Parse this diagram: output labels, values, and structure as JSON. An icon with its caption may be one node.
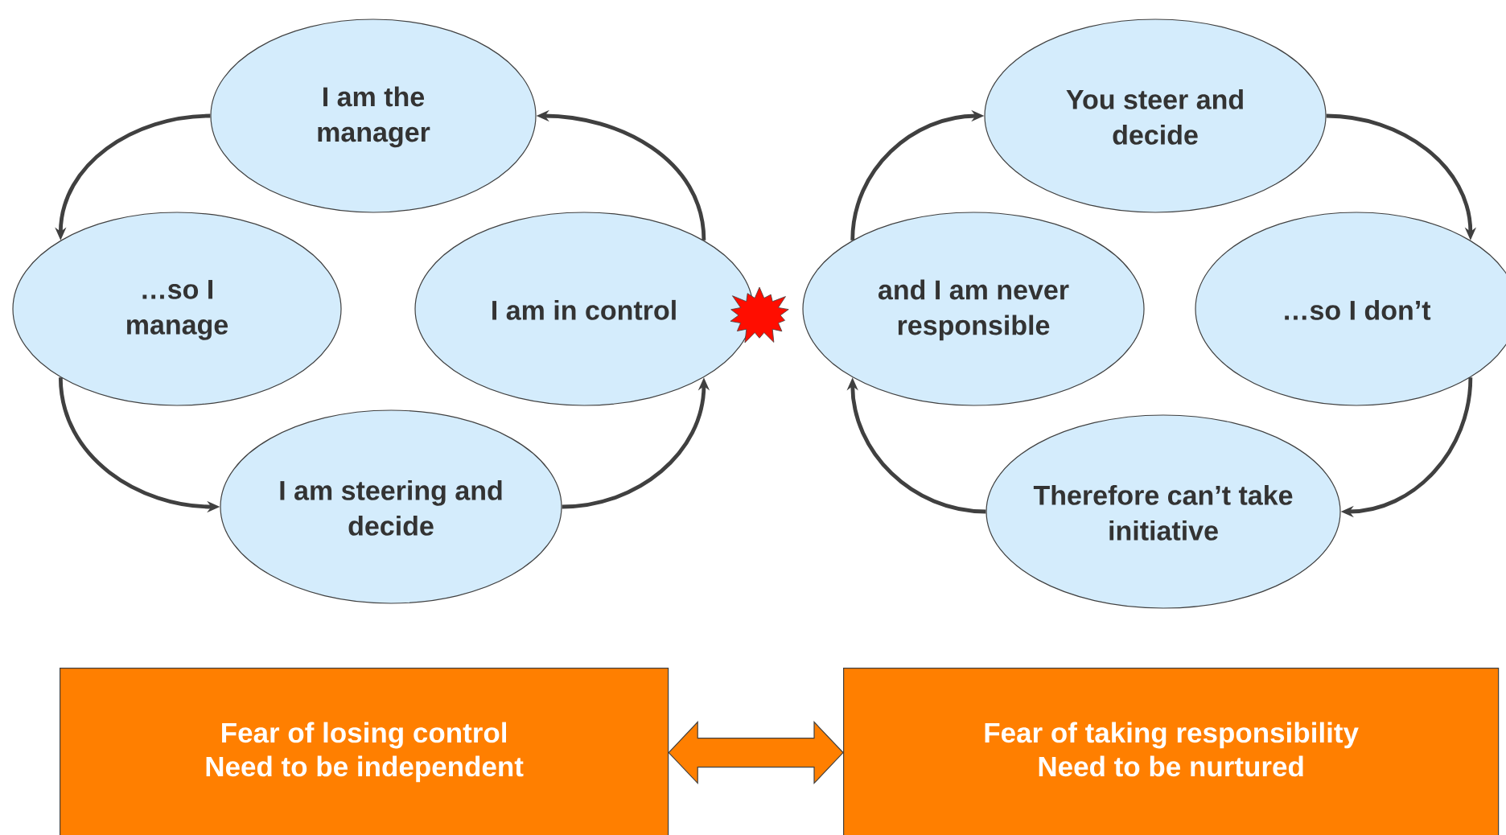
{
  "diagram": {
    "nodes": [
      {
        "text": [
          "I am the manager"
        ]
      },
      {
        "text": [
          "…so I manage"
        ]
      },
      {
        "text": [
          "I am in control"
        ]
      },
      {
        "text": [
          "I am steering and decide"
        ]
      },
      {
        "text": [
          "You steer and decide"
        ]
      },
      {
        "text": [
          "and I am never responsible"
        ]
      },
      {
        "text": [
          "…so I don’t"
        ]
      },
      {
        "text": [
          "Therefore can’t take initiative"
        ]
      },
      {
        "text": [
          "Fear of losing control",
          "Need to be independent"
        ]
      },
      {
        "text": [
          "Fear of taking responsibility",
          "Need to be nurtured"
        ]
      }
    ],
    "edges": [
      {
        "from": 0,
        "to": 1,
        "arrow": "to"
      },
      {
        "from": 1,
        "to": 3,
        "arrow": "to"
      },
      {
        "from": 3,
        "to": 2,
        "arrow": "to"
      },
      {
        "from": 2,
        "to": 0,
        "arrow": "to"
      },
      {
        "from": 5,
        "to": 4,
        "arrow": "to"
      },
      {
        "from": 4,
        "to": 6,
        "arrow": "to"
      },
      {
        "from": 6,
        "to": 7,
        "arrow": "to"
      },
      {
        "from": 7,
        "to": 5,
        "arrow": "to"
      },
      {
        "from": 8,
        "to": 9,
        "arrow": "both",
        "style": "thick",
        "color": "#ff7f00"
      }
    ]
  }
}
